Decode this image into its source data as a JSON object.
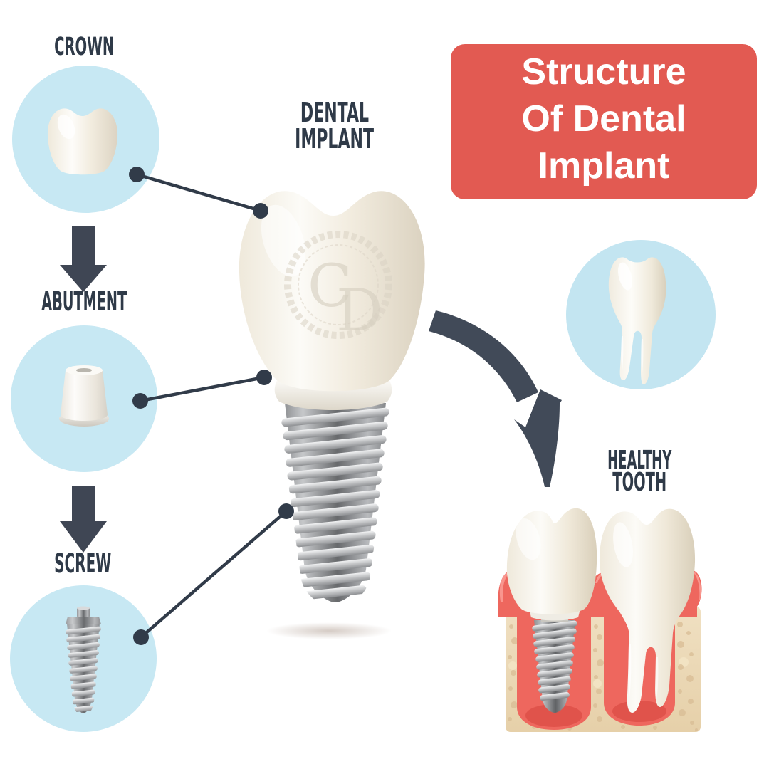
{
  "title": {
    "line1": "Structure",
    "line2": "Of Dental",
    "line3": "Implant"
  },
  "center_label": {
    "line1": "DENTAL",
    "line2": "IMPLANT"
  },
  "parts": {
    "crown": "CROWN",
    "abutment": "ABUTMENT",
    "screw": "SCREW"
  },
  "healthy": {
    "line1": "HEALTHY",
    "line2": "TOOTH"
  },
  "watermark": {
    "c": "C",
    "d": "D"
  },
  "illustrations": {
    "crown_circle": "crown in blue circle",
    "abutment_circle": "abutment in blue circle",
    "screw_circle": "screw in blue circle",
    "dental_implant": "full dental implant (crown, abutment collar, threaded screw)",
    "tooth_circle": "molar tooth in blue circle",
    "healthy_tooth_section": "implant and healthy tooth in gum and bone cross-section"
  },
  "colors": {
    "accent_blue": "#c7e8f3",
    "slate_dark": "#333d4b",
    "title_red": "#e25a52",
    "title_text": "#ffffff",
    "bone": "#ecd9ba",
    "bone_spot": "#d9bd95",
    "gum": "#ee675e",
    "gum_highlight": "#f9968e",
    "metal_light": "#e9eaeb",
    "metal_dark": "#6b6d70",
    "tooth_cream": "#f4efe5"
  }
}
